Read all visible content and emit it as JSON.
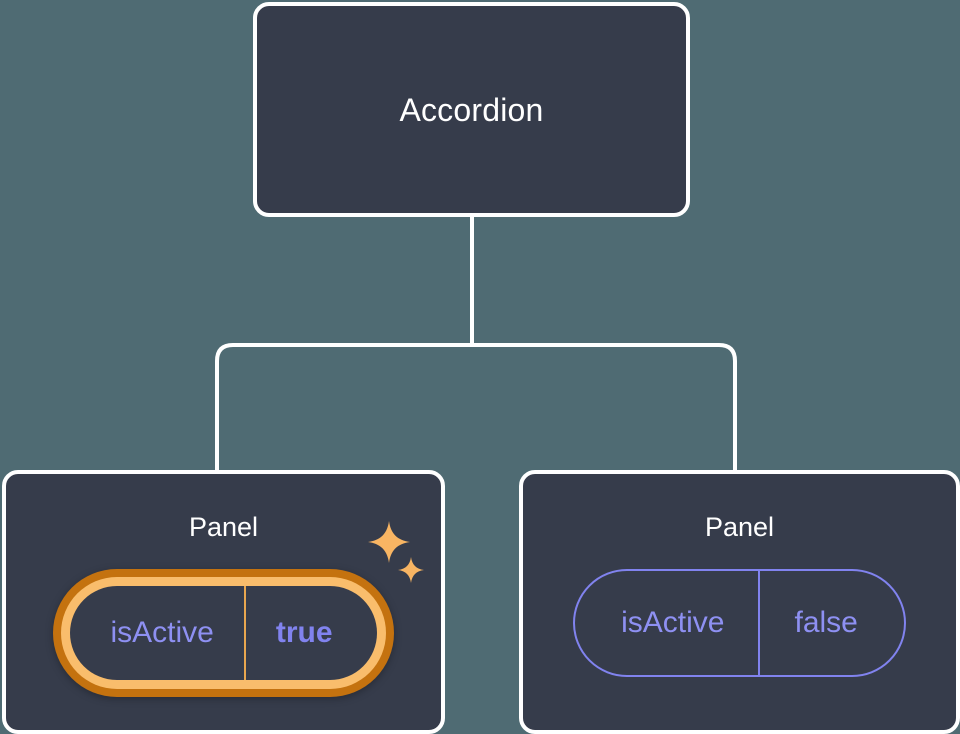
{
  "theme": {
    "background_color": "#4F6B73",
    "node_fill_color": "#363C4B",
    "node_border_color": "#FFFFFF",
    "prop_accent_color": "#8183EF",
    "highlight_outer_color": "#C4720F",
    "highlight_inner_color": "#F9BD6C",
    "sparkle_color": "#F8B563",
    "title_text_color": "#FFFFFF"
  },
  "tree": {
    "root": {
      "title": "Accordion"
    },
    "children": [
      {
        "title": "Panel",
        "highlighted": true,
        "prop": {
          "key": "isActive",
          "value": "true"
        },
        "sparkles": {
          "big_icon": "sparkle-icon",
          "small_icon": "sparkle-icon"
        }
      },
      {
        "title": "Panel",
        "highlighted": false,
        "prop": {
          "key": "isActive",
          "value": "false"
        }
      }
    ]
  }
}
